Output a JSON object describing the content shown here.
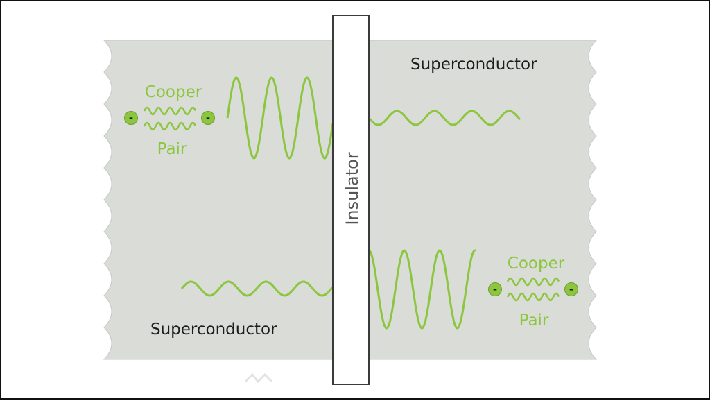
{
  "diagram": {
    "superconductor_top_label": "Superconductor",
    "superconductor_bottom_label": "Superconductor",
    "insulator_label": "Insulator",
    "cooper_pair_left": {
      "word1": "Cooper",
      "word2": "Pair",
      "charge": "-"
    },
    "cooper_pair_right": {
      "word1": "Cooper",
      "word2": "Pair",
      "charge": "-"
    },
    "colors": {
      "superconductor_fill": "#d9dcd7",
      "wave_green": "#8cc63f",
      "insulator_fill": "#ffffff",
      "insulator_border": "#3a3a3a",
      "text_dark": "#1c1c1c"
    }
  }
}
